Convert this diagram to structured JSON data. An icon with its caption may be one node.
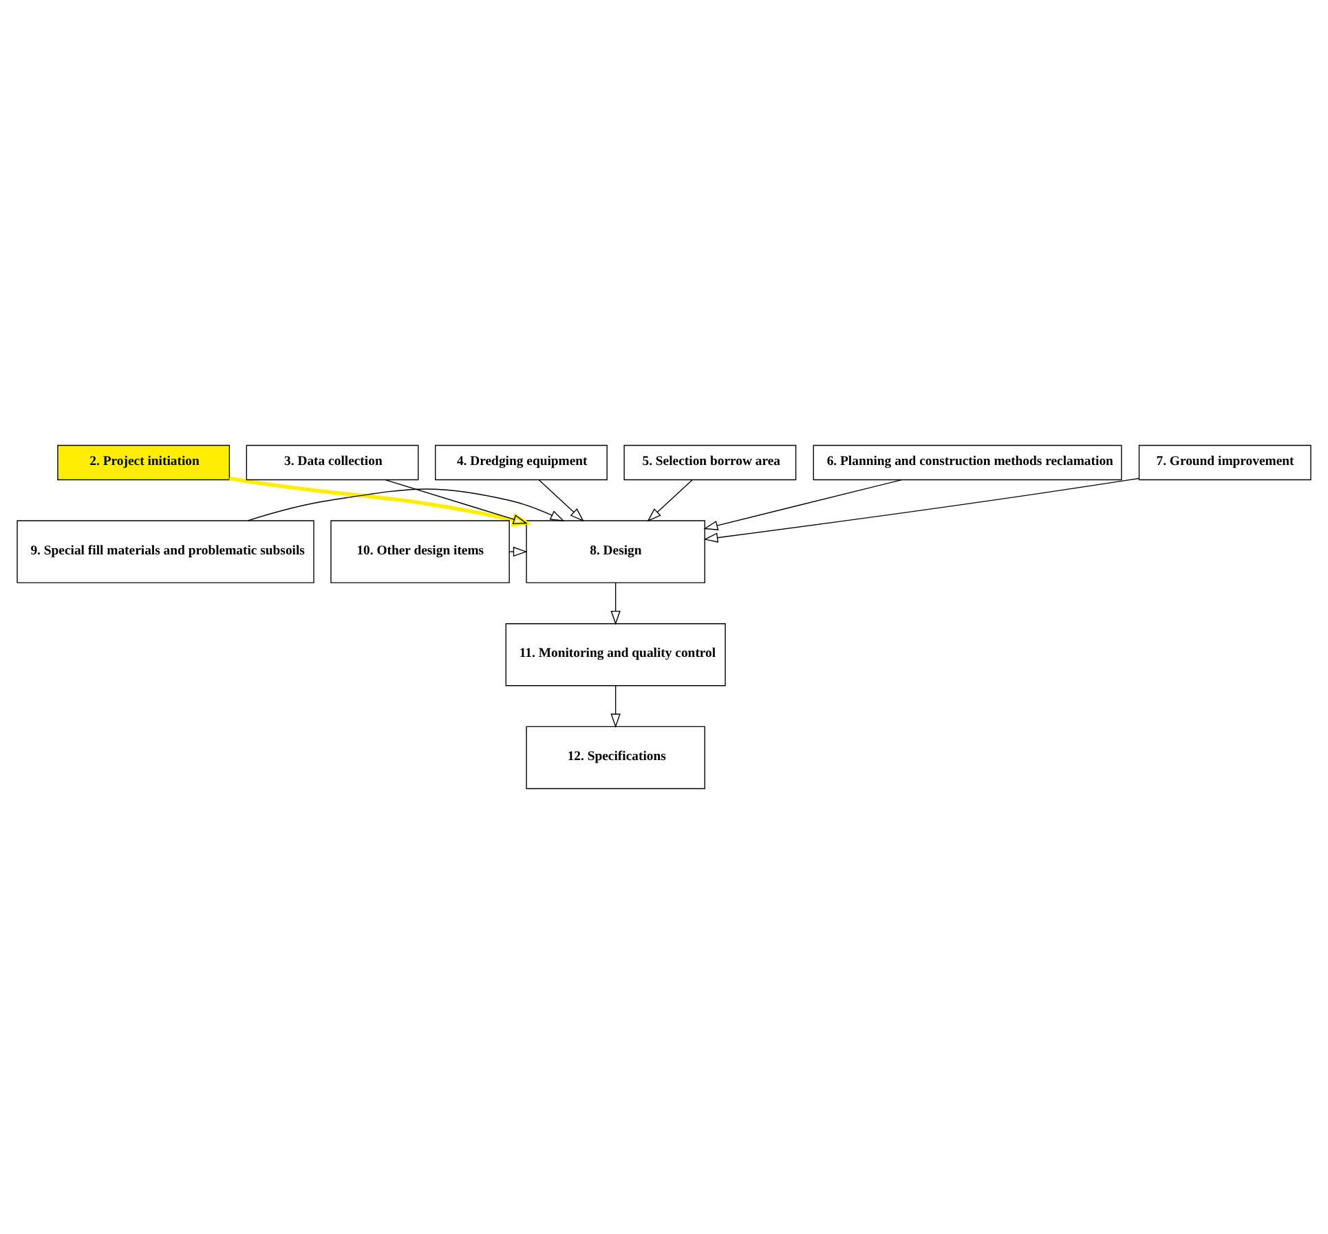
{
  "diagram": {
    "nodes": [
      {
        "text": [
          "2. Project initiation"
        ]
      },
      {
        "text": [
          "3. Data collection"
        ]
      },
      {
        "text": [
          "4. Dredging equipment"
        ]
      },
      {
        "text": [
          "5. Selection borrow area"
        ]
      },
      {
        "text": [
          "6. Planning and construction methods reclamation"
        ]
      },
      {
        "text": [
          "7. Ground improvement"
        ]
      },
      {
        "text": [
          "8. Design"
        ]
      },
      {
        "text": [
          "9. Special fill materials and problematic subsoils"
        ]
      },
      {
        "text": [
          "10. Other design items"
        ]
      },
      {
        "text": [
          "11. Monitoring and quality control"
        ]
      },
      {
        "text": [
          "12. Specifications"
        ]
      }
    ],
    "edges": [
      {
        "from": 0,
        "to": 6,
        "arrow": "to",
        "style": "thick",
        "color": "#ffee00"
      },
      {
        "from": 1,
        "to": 6,
        "arrow": "to"
      },
      {
        "from": 2,
        "to": 6,
        "arrow": "to"
      },
      {
        "from": 3,
        "to": 6,
        "arrow": "to"
      },
      {
        "from": 4,
        "to": 6,
        "arrow": "to"
      },
      {
        "from": 5,
        "to": 6,
        "arrow": "to"
      },
      {
        "from": 7,
        "to": 6,
        "arrow": "to"
      },
      {
        "from": 8,
        "to": 6,
        "arrow": "to"
      },
      {
        "from": 6,
        "to": 9,
        "arrow": "to"
      },
      {
        "from": 9,
        "to": 10,
        "arrow": "to"
      }
    ]
  }
}
